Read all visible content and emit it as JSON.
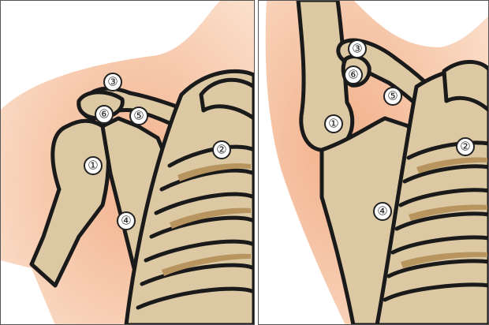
{
  "colors": {
    "skin": "#f6c4a2",
    "skin_light": "#fbe0cc",
    "bone": "#dcc9a4",
    "bone_dark": "#b8945f",
    "outline": "#1a1a1a",
    "background": "#ffffff"
  },
  "panels": [
    {
      "id": "left",
      "pose": "arm lowered",
      "markers": [
        {
          "label": "①"
        },
        {
          "label": "②"
        },
        {
          "label": "③"
        },
        {
          "label": "④"
        },
        {
          "label": "⑤"
        },
        {
          "label": "⑥"
        }
      ]
    },
    {
      "id": "right",
      "pose": "arm raised",
      "markers": [
        {
          "label": "①"
        },
        {
          "label": "②"
        },
        {
          "label": "③"
        },
        {
          "label": "④"
        },
        {
          "label": "⑤"
        },
        {
          "label": "⑥"
        }
      ]
    }
  ]
}
